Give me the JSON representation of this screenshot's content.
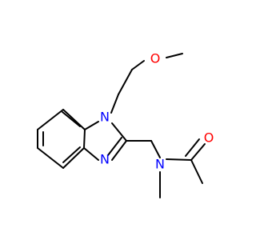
{
  "molecule": {
    "atoms": {
      "n1": {
        "label": "N",
        "color": "#0000ff"
      },
      "n2": {
        "label": "N",
        "color": "#0000ff"
      },
      "n3": {
        "label": "N",
        "color": "#0000ff"
      },
      "o_methoxy": {
        "label": "O",
        "color": "#ff0000"
      },
      "o_carbonyl": {
        "label": "O",
        "color": "#ff0000"
      }
    },
    "bond_color": "#000000"
  }
}
